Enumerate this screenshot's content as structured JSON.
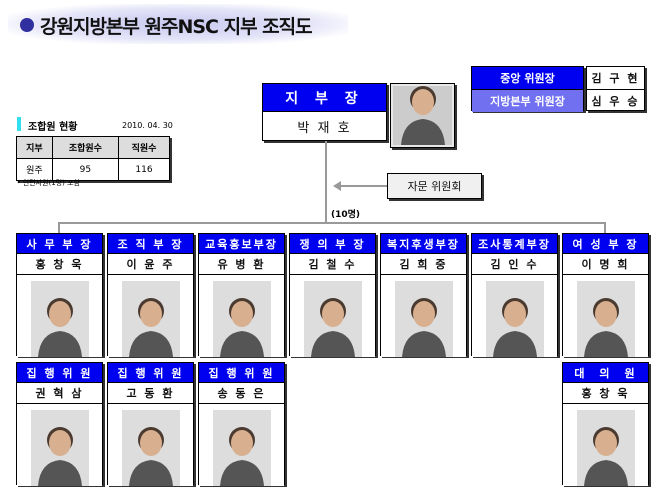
{
  "title": "강원지방본부 원주NSC 지부 조직도",
  "committee": {
    "central_label": "중앙 위원장",
    "central_name": "김 구 현",
    "regional_label": "지방본부 위원장",
    "regional_name": "심 우 승"
  },
  "chief": {
    "role": "지 부 장",
    "name": "박 재 호"
  },
  "advisory": "자문 위원회",
  "count_label": "(10명)",
  "status": {
    "heading": "조합원 현황",
    "date": "2010. 04. 30",
    "headers": [
      "지부",
      "조합원수",
      "직원수"
    ],
    "row": [
      "원주",
      "95",
      "116"
    ],
    "note": "* 인턴사원(1명) 포함"
  },
  "departments": [
    {
      "role": "사 무 부 장",
      "name": "홍 창 욱"
    },
    {
      "role": "조 직 부 장",
      "name": "이 윤 주"
    },
    {
      "role": "교육홍보부장",
      "name": "유 병 환"
    },
    {
      "role": "쟁 의 부 장",
      "name": "김 철 수"
    },
    {
      "role": "복지후생부장",
      "name": "김 희 중"
    },
    {
      "role": "조사통계부장",
      "name": "김 인 수"
    },
    {
      "role": "여 성 부 장",
      "name": "이 명 희"
    }
  ],
  "executives": [
    {
      "role": "집 행 위 원",
      "name": "권 혁 삼"
    },
    {
      "role": "집 행 위 원",
      "name": "고 동 환"
    },
    {
      "role": "집 행 위 원",
      "name": "송 동 은"
    }
  ],
  "delegate": {
    "role": "대　의　원",
    "name": "홍 창 욱"
  }
}
